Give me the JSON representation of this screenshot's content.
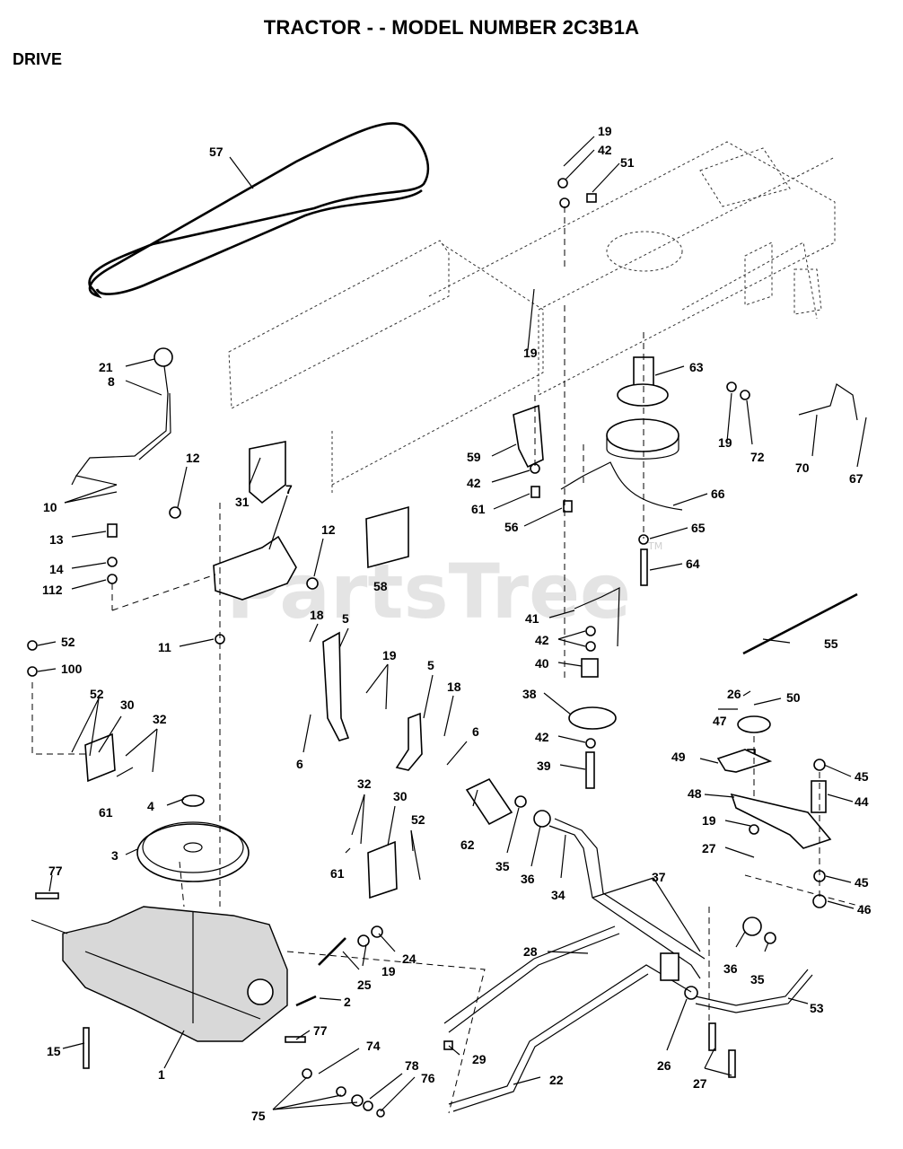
{
  "title": "TRACTOR - - MODEL NUMBER 2C3B1A",
  "section": "DRIVE",
  "watermark": "PartsTree",
  "watermark_tm": "TM",
  "callouts": {
    "c1": "1",
    "c2": "2",
    "c3": "3",
    "c4": "4",
    "c5a": "5",
    "c5b": "5",
    "c6a": "6",
    "c6b": "6",
    "c7": "7",
    "c8": "8",
    "c10": "10",
    "c11": "11",
    "c12a": "12",
    "c12b": "12",
    "c13": "13",
    "c14": "14",
    "c15": "15",
    "c18a": "18",
    "c18b": "18",
    "c19a": "19",
    "c19b": "19",
    "c19c": "19",
    "c19d": "19",
    "c19e": "19",
    "c21": "21",
    "c22": "22",
    "c24": "24",
    "c25": "25",
    "c26a": "26",
    "c26b": "26",
    "c27a": "27",
    "c27b": "27",
    "c28": "28",
    "c29": "29",
    "c30a": "30",
    "c30b": "30",
    "c31": "31",
    "c32a": "32",
    "c32b": "32",
    "c34": "34",
    "c35a": "35",
    "c35b": "35",
    "c36a": "36",
    "c36b": "36",
    "c37": "37",
    "c38": "38",
    "c39": "39",
    "c40": "40",
    "c41": "41",
    "c42a": "42",
    "c42b": "42",
    "c42c": "42",
    "c42d": "42",
    "c44": "44",
    "c45a": "45",
    "c45b": "45",
    "c46": "46",
    "c47": "47",
    "c48": "48",
    "c49": "49",
    "c50": "50",
    "c51": "51",
    "c52a": "52",
    "c52b": "52",
    "c52c": "52",
    "c53": "53",
    "c55": "55",
    "c56": "56",
    "c57": "57",
    "c58": "58",
    "c59": "59",
    "c61a": "61",
    "c61b": "61",
    "c61c": "61",
    "c62": "62",
    "c63": "63",
    "c64": "64",
    "c65": "65",
    "c66": "66",
    "c67": "67",
    "c70": "70",
    "c72": "72",
    "c74": "74",
    "c75": "75",
    "c76": "76",
    "c77a": "77",
    "c77b": "77",
    "c78": "78",
    "c100": "100",
    "c112": "112"
  }
}
